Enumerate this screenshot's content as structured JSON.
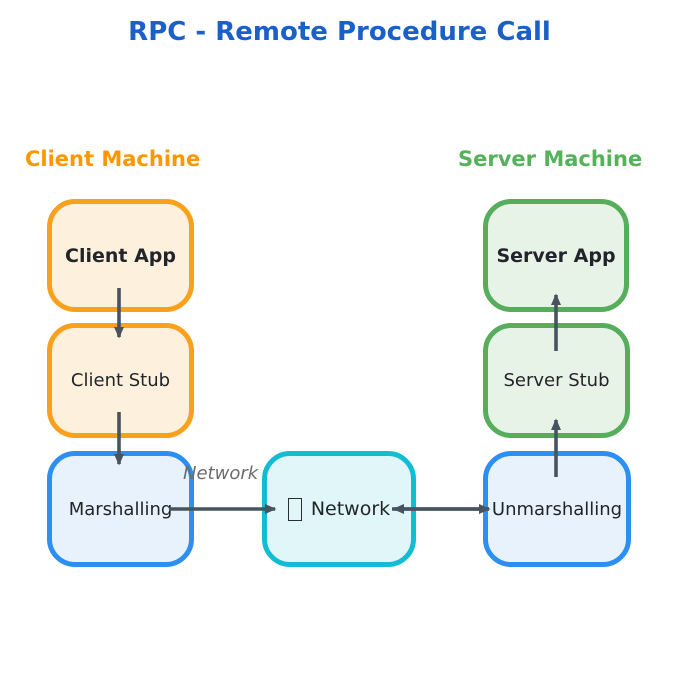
{
  "title": {
    "text": "RPC - Remote Procedure Call",
    "color": "#1B5FC8"
  },
  "groups": {
    "client": {
      "label": "Client Machine",
      "color": "#FB9700"
    },
    "server": {
      "label": "Server Machine",
      "color": "#54B25B"
    }
  },
  "nodes": {
    "client_app": {
      "label": "Client App",
      "style": "orange",
      "emphasis": "bold"
    },
    "client_stub": {
      "label": "Client Stub",
      "style": "orange",
      "emphasis": "normal"
    },
    "marshalling": {
      "label": "Marshalling",
      "style": "blue",
      "emphasis": "normal"
    },
    "network": {
      "label": "Network",
      "style": "cyan",
      "emphasis": "normal",
      "icon": "missing-glyph-box"
    },
    "unmarshalling": {
      "label": "Unmarshalling",
      "style": "blue",
      "emphasis": "normal"
    },
    "server_stub": {
      "label": "Server Stub",
      "style": "green",
      "emphasis": "normal"
    },
    "server_app": {
      "label": "Server App",
      "style": "green",
      "emphasis": "bold"
    }
  },
  "edges": [
    {
      "from": "client_app",
      "to": "client_stub",
      "direction": "down",
      "label": ""
    },
    {
      "from": "client_stub",
      "to": "marshalling",
      "direction": "down",
      "label": ""
    },
    {
      "from": "marshalling",
      "to": "network",
      "direction": "right",
      "label": "Network"
    },
    {
      "from": "network",
      "to": "unmarshalling",
      "direction": "both",
      "label": ""
    },
    {
      "from": "unmarshalling",
      "to": "server_stub",
      "direction": "up",
      "label": ""
    },
    {
      "from": "server_stub",
      "to": "server_app",
      "direction": "up",
      "label": ""
    }
  ],
  "palette": {
    "orange_border": "#F9A01C",
    "orange_fill": "#FDF1DE",
    "blue_border": "#2E8FF2",
    "blue_fill": "#E8F2FC",
    "cyan_border": "#12BDD4",
    "cyan_fill": "#E1F6F9",
    "green_border": "#56AD5B",
    "green_fill": "#E7F3E7",
    "arrow": "#47545F",
    "node_text": "#212529",
    "edge_label_text": "#6C6C6C",
    "background": "#FFFFFF"
  }
}
